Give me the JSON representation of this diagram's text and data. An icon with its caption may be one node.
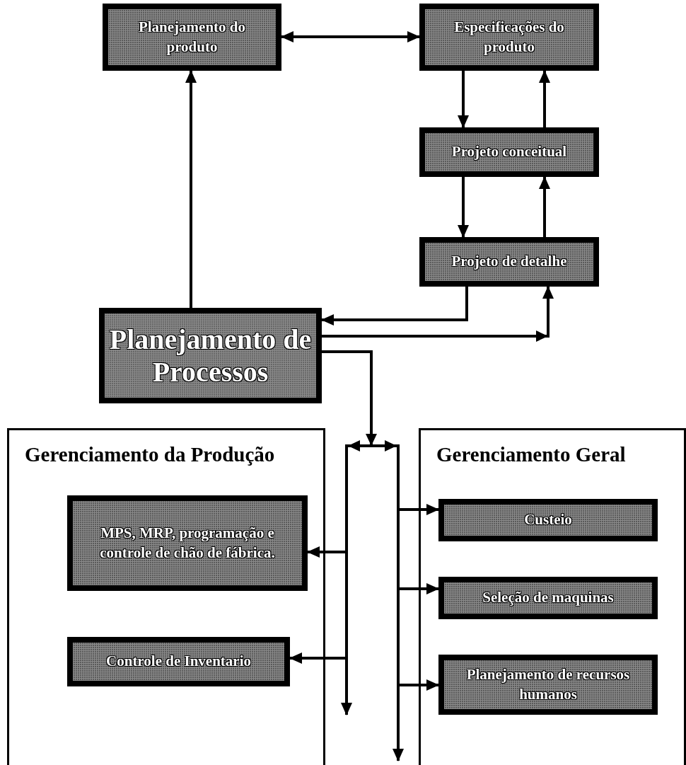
{
  "diagram": {
    "nodes": [
      {
        "text": [
          "Planejamento do produto"
        ]
      },
      {
        "text": [
          "Especificações do produto"
        ]
      },
      {
        "text": [
          "Projeto conceitual"
        ]
      },
      {
        "text": [
          "Projeto de detalhe"
        ]
      },
      {
        "text": [
          "Planejamento de Processos"
        ]
      },
      {
        "text": [
          "Gerenciamento da Produção"
        ]
      },
      {
        "text": [
          "MPS, MRP, programação e controle de chão de fábrica."
        ],
        "in": 5
      },
      {
        "text": [
          "Controle de Inventario"
        ],
        "in": 5
      },
      {
        "text": [
          "Gerenciamento Geral"
        ]
      },
      {
        "text": [
          "Custeio"
        ],
        "in": 8
      },
      {
        "text": [
          "Seleção de maquinas"
        ],
        "in": 8
      },
      {
        "text": [
          "Planejamento de recursos humanos"
        ],
        "in": 8
      }
    ],
    "edges": [
      {
        "from": 0,
        "to": 1,
        "arrow": "both"
      },
      {
        "from": 1,
        "to": 2,
        "arrow": "to"
      },
      {
        "from": 2,
        "to": 1,
        "arrow": "to"
      },
      {
        "from": 2,
        "to": 3,
        "arrow": "to"
      },
      {
        "from": 3,
        "to": 2,
        "arrow": "to"
      },
      {
        "from": 4,
        "to": 0,
        "arrow": "to"
      },
      {
        "from": 3,
        "to": 4,
        "arrow": "to"
      },
      {
        "from": 4,
        "to": 3,
        "arrow": "to"
      },
      {
        "from": 4,
        "to": 6,
        "arrow": "to"
      },
      {
        "from": 4,
        "to": 7,
        "arrow": "to"
      },
      {
        "from": 4,
        "to": 9,
        "arrow": "to"
      },
      {
        "from": 4,
        "to": 10,
        "arrow": "to"
      },
      {
        "from": 4,
        "to": 11,
        "arrow": "to"
      },
      {
        "from": 4,
        "to": 5,
        "arrow": "to"
      },
      {
        "from": 4,
        "to": 8,
        "arrow": "to"
      }
    ]
  }
}
